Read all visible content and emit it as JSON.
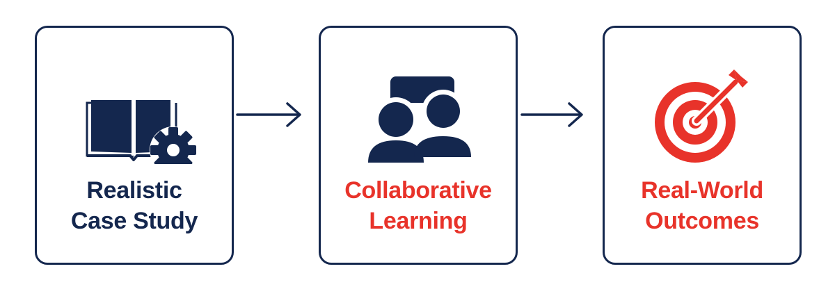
{
  "colors": {
    "navy": "#14274e",
    "red": "#e8332a",
    "background": "#ffffff"
  },
  "steps": [
    {
      "icon": "book-gear-icon",
      "label_lines": [
        "Realistic",
        "Case Study"
      ],
      "label_color": "#14274e"
    },
    {
      "icon": "people-chat-icon",
      "label_lines": [
        "Collaborative",
        "Learning"
      ],
      "label_color": "#e8332a"
    },
    {
      "icon": "target-arrow-icon",
      "label_lines": [
        "Real-World",
        "Outcomes"
      ],
      "label_color": "#e8332a"
    }
  ],
  "connectors": [
    {
      "from": "step-1",
      "to": "step-2",
      "icon": "arrow-right-icon"
    },
    {
      "from": "step-2",
      "to": "step-3",
      "icon": "arrow-right-icon"
    }
  ]
}
